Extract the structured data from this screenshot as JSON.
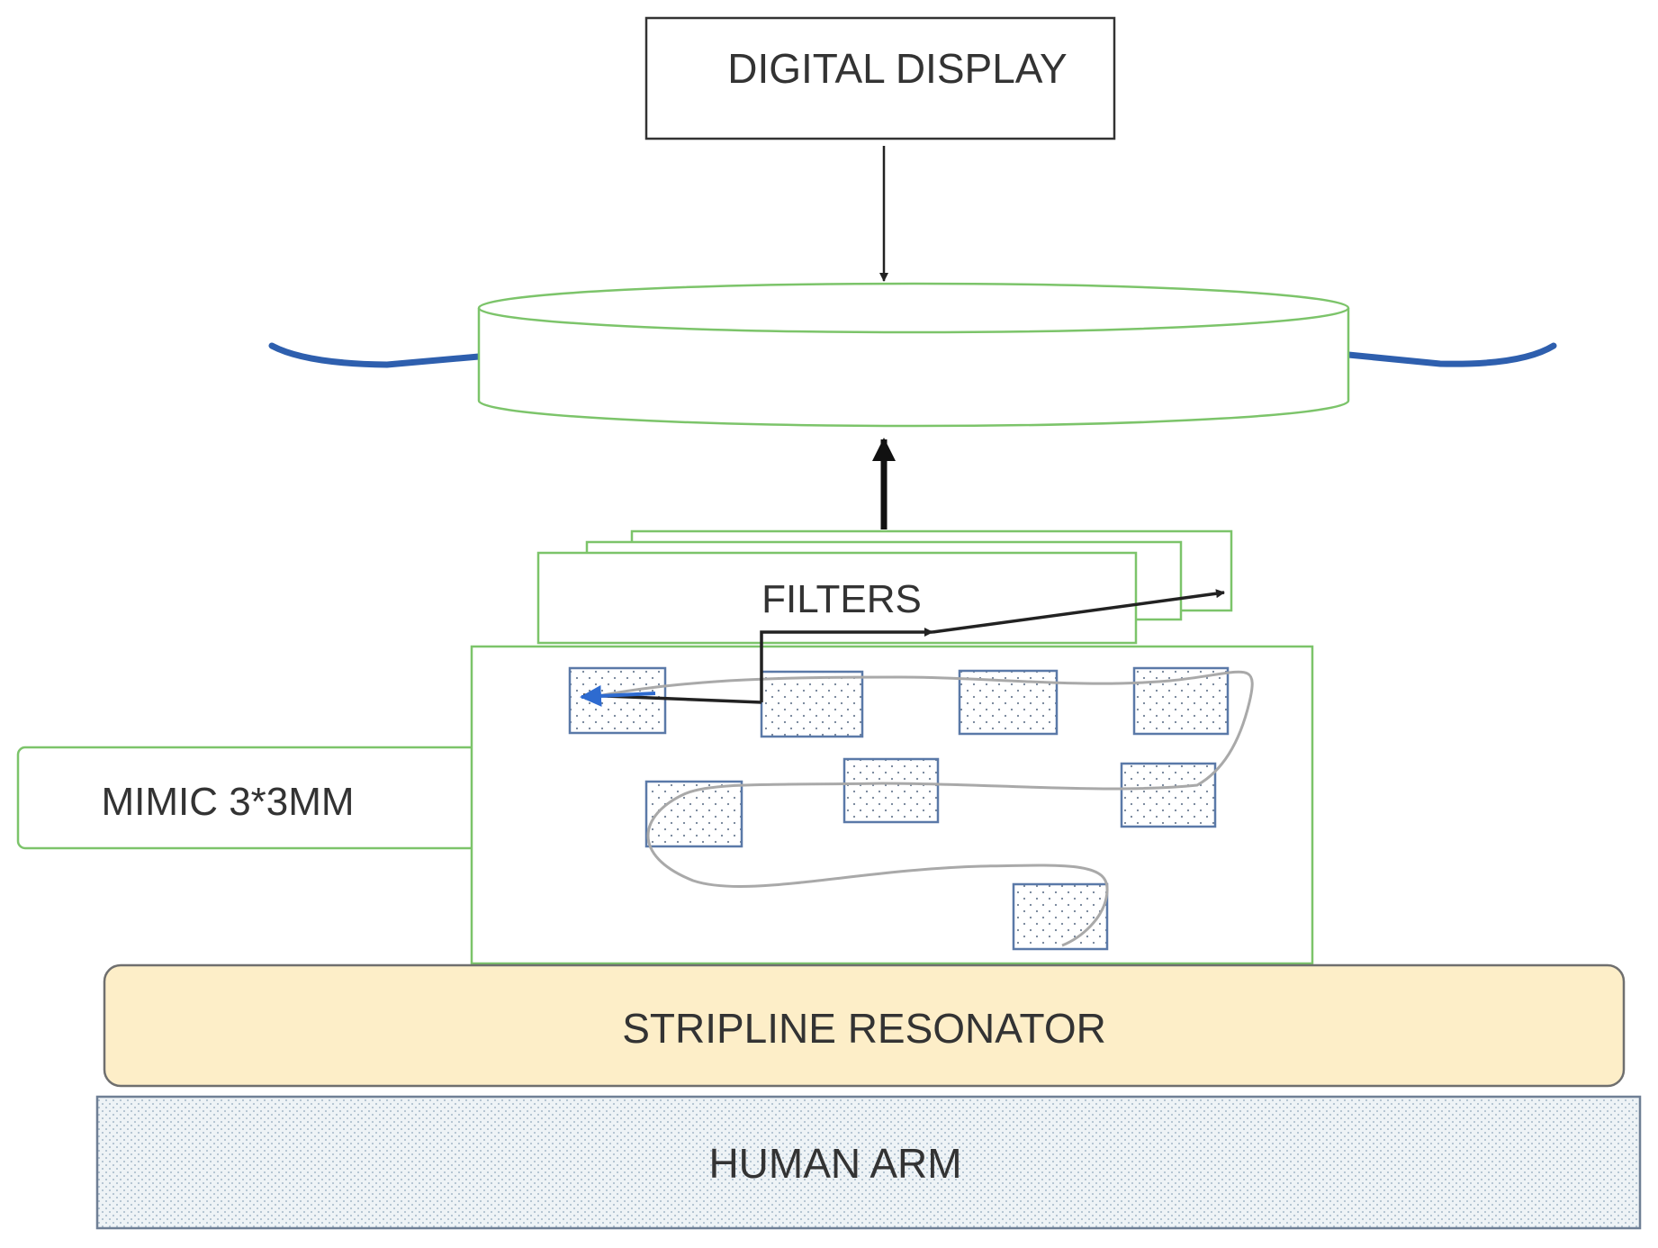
{
  "labels": {
    "digital_display": "DIGITAL DISPLAY",
    "filters": "FILTERS",
    "mimic": "MIMIC 3*3MM",
    "stripline": "STRIPLINE RESONATOR",
    "human_arm": "HUMAN ARM"
  },
  "colors": {
    "green_outline": "#7cc46a",
    "blue_cell_border": "#5a79a8",
    "blue_wire": "#2e5fae",
    "blue_arrow": "#2e6bd0",
    "stripline_fill": "#fdeec8",
    "arm_fill": "#eef3f6",
    "text": "#333333",
    "line": "#222222"
  }
}
